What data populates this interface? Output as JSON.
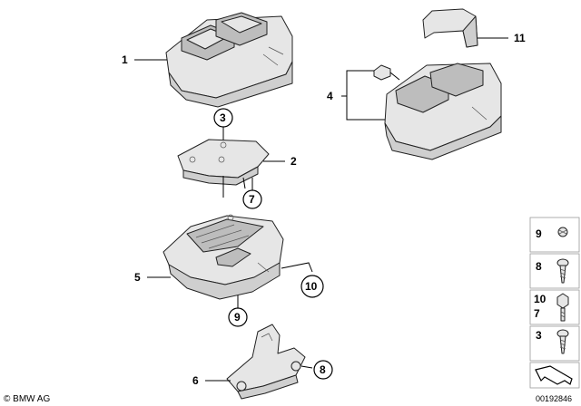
{
  "callouts": {
    "p1": "1",
    "p2": "2",
    "p3": "3",
    "p4": "4",
    "p5": "5",
    "p6": "6",
    "p7": "7",
    "p8": "8",
    "p9": "9",
    "p10": "10",
    "p11": "11"
  },
  "legend": {
    "row1": "9",
    "row2": "8",
    "row3a": "10",
    "row3b": "7",
    "row4": "3"
  },
  "footer": {
    "copyright": "© BMW AG",
    "ref_number": "00192846"
  },
  "colors": {
    "part_fill": "#e6e6e6",
    "part_shadow": "#cfcfcf",
    "line": "#000000"
  }
}
